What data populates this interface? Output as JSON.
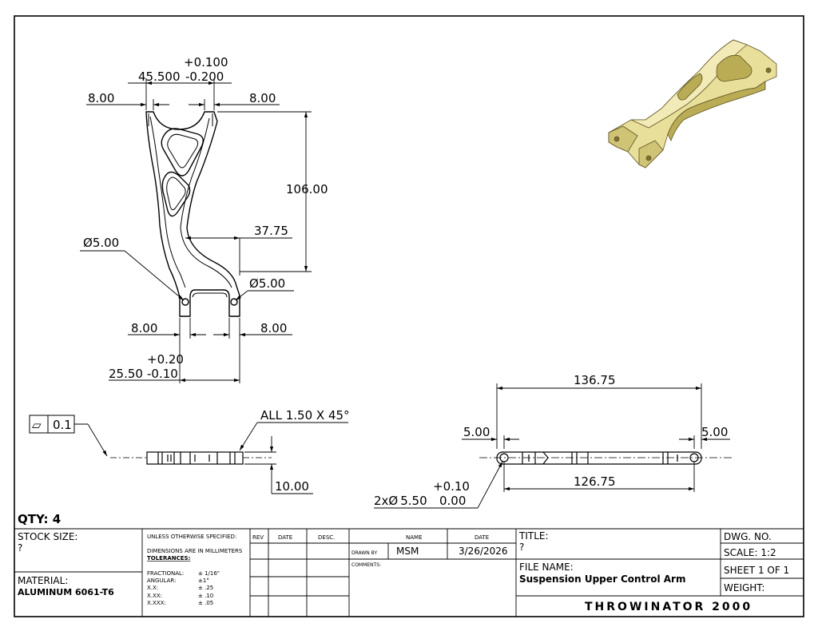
{
  "dimensions": {
    "top_tol_plus": "+0.100",
    "top_width": "45.500",
    "top_tol_minus": "-0.200",
    "top_left_width": "8.00",
    "top_right_width": "8.00",
    "height": "106.00",
    "offset": "37.75",
    "left_hole_dia": "5.00",
    "right_hole_dia": "5.00",
    "bottom_left_width": "8.00",
    "bottom_right_width": "8.00",
    "bottom_tol_plus": "+0.20",
    "bottom_width": "25.50",
    "bottom_tol_minus": "-0.10",
    "flatness_symbol": "⏥",
    "flatness_value": "0.1",
    "chamfer": "ALL 1.50 X 45°",
    "thickness": "10.00",
    "length_total": "136.75",
    "end_left": "5.00",
    "end_right": "5.00",
    "hole_spacing": "126.75",
    "hole_count_dia": "2x",
    "hole_dia_symbol": "Ø",
    "hole_dia": "5.50",
    "hole_tol_plus": "+0.10",
    "hole_tol_minus": "0.00"
  },
  "qty": "QTY: 4",
  "title_block": {
    "stock_size_label": "STOCK SIZE:",
    "stock_size_value": "?",
    "material_label": "MATERIAL:",
    "material_value": "ALUMINUM 6061-T6",
    "unless_specified": "UNLESS OTHERWISE SPECIFIED:",
    "dims_in_mm": "DIMENSIONS ARE IN MILLIMETERS",
    "tolerances": "TOLERANCES:",
    "tol_rows": [
      {
        "label": "FRACTIONAL:",
        "value": "± 1/16\""
      },
      {
        "label": "ANGULAR:",
        "value": "±1°"
      },
      {
        "label": "X.X:",
        "value": "± .25"
      },
      {
        "label": "X.XX:",
        "value": "± .10"
      },
      {
        "label": "X.XXX:",
        "value": "± .05"
      }
    ],
    "rev": "REV",
    "date_col": "DATE",
    "desc": "DESC.",
    "name_col": "NAME",
    "date_col2": "DATE",
    "drawn_by_label": "DRAWN BY",
    "drawn_by_value": "MSM",
    "drawn_date": "3/26/2026",
    "comments": "COMMENTS:",
    "title_label": "TITLE:",
    "title_value": "?",
    "file_name_label": "FILE NAME:",
    "file_name_value": "Suspension Upper Control Arm",
    "dwg_no": "DWG.  NO.",
    "scale": "SCALE: 1:2",
    "sheet": "SHEET 1 OF 1",
    "weight": "WEIGHT:",
    "banner": "THROWINATOR 2000"
  },
  "colors": {
    "line": "#000000",
    "part_fill": "#e8df9a",
    "part_shade": "#b9ac55",
    "part_dark": "#7d7130"
  }
}
